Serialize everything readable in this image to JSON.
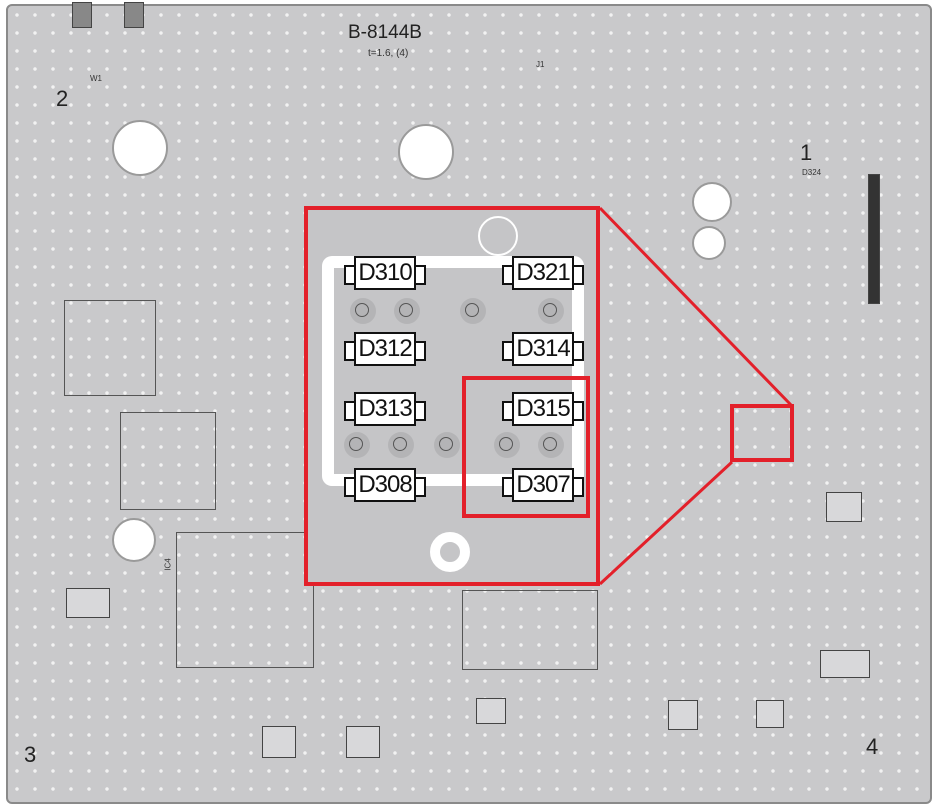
{
  "board": {
    "part_number": "B-8144B",
    "thickness_note": "t=1.6, (4)",
    "corner_marks": [
      "1",
      "2",
      "3",
      "4"
    ],
    "labels": {
      "w1": "W1",
      "d324": "D324",
      "ic4": "IC4",
      "j1": "J1"
    }
  },
  "inset": {
    "highlight_color": "#e3202a",
    "diodes_left": [
      "D310",
      "D312",
      "D313",
      "D308"
    ],
    "diodes_right": [
      "D321",
      "D314",
      "D315",
      "D307"
    ],
    "highlighted": [
      "D315",
      "D307"
    ]
  }
}
